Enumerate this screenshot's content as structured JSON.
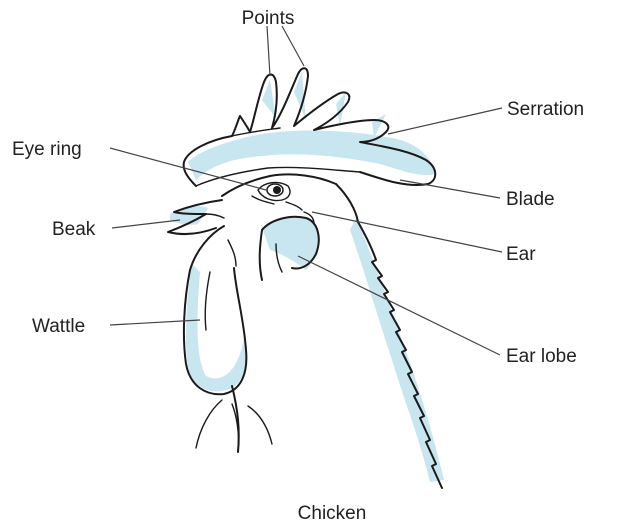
{
  "labels": {
    "points": "Points",
    "serration": "Serration",
    "eye_ring": "Eye ring",
    "blade": "Blade",
    "beak": "Beak",
    "ear": "Ear",
    "wattle": "Wattle",
    "ear_lobe": "Ear lobe"
  },
  "caption": "Chicken",
  "colors": {
    "shade": "#c8e6ef",
    "ink": "#1a1a1a",
    "text": "#222222"
  }
}
